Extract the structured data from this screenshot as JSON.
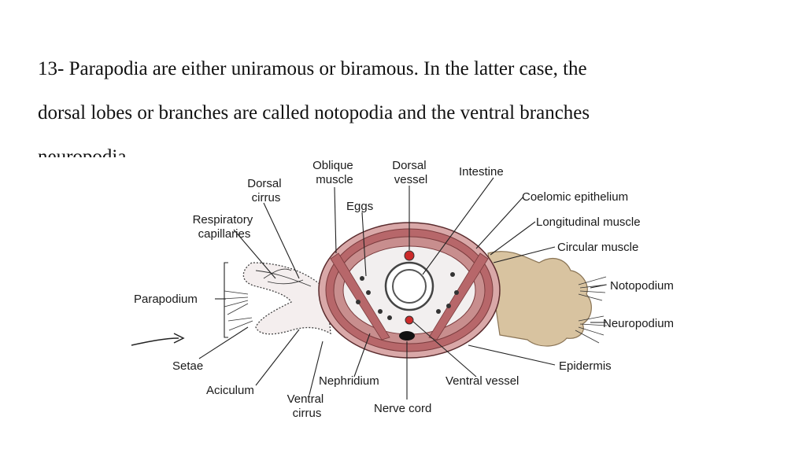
{
  "text": {
    "line1": "13- Parapodia are either uniramous or biramous. In the latter case, the",
    "line2": "dorsal lobes or branches are called notopodia and the ventral branches",
    "line3": "neuropodia.."
  },
  "labels": {
    "oblique_muscle_1": "Oblique",
    "oblique_muscle_2": "muscle",
    "dorsal_vessel_1": "Dorsal",
    "dorsal_vessel_2": "vessel",
    "intestine": "Intestine",
    "dorsal_cirrus_1": "Dorsal",
    "dorsal_cirrus_2": "cirrus",
    "eggs": "Eggs",
    "coelomic_epithelium": "Coelomic epithelium",
    "respiratory_1": "Respiratory",
    "respiratory_2": "capillaries",
    "longitudinal_muscle": "Longitudinal muscle",
    "circular_muscle": "Circular muscle",
    "parapodium": "Parapodium",
    "notopodium": "Notopodium",
    "neuropodium": "Neuropodium",
    "setae": "Setae",
    "epidermis": "Epidermis",
    "aciculum": "Aciculum",
    "nephridium": "Nephridium",
    "ventral_vessel": "Ventral vessel",
    "ventral_cirrus_1": "Ventral",
    "ventral_cirrus_2": "cirrus",
    "nerve_cord": "Nerve cord"
  },
  "colors": {
    "muscle": "#b7676a",
    "muscle_dark": "#7a3b3d",
    "tissue": "#d9a8a8",
    "coelom": "#f2efef",
    "parapodium_right": "#d8c3a0",
    "vessel_red": "#cc2a2a"
  }
}
